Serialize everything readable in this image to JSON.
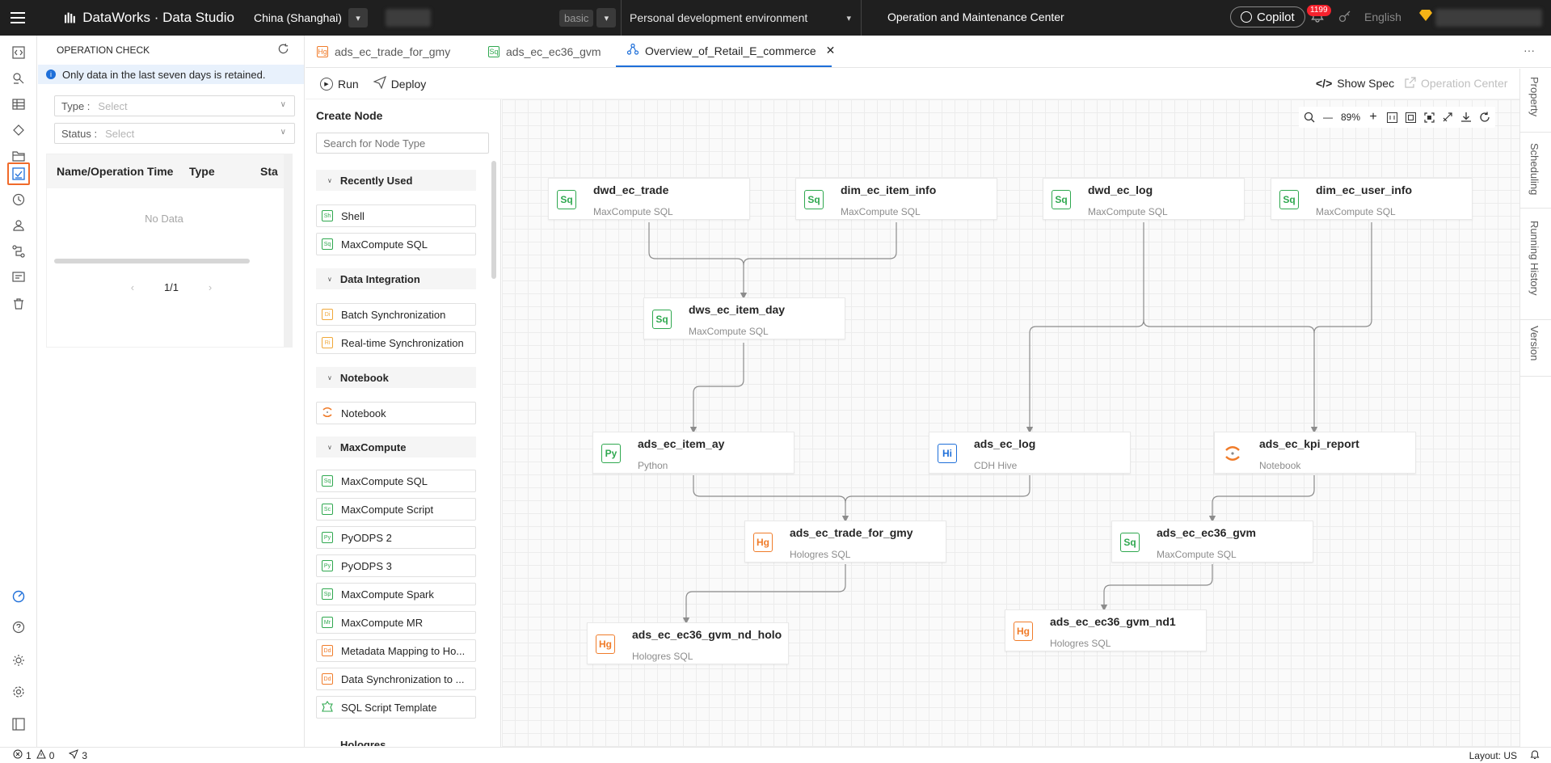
{
  "topbar": {
    "brand": "DataWorks · Data Studio",
    "region": "China (Shanghai)",
    "env_tag": "basic",
    "environment": "Personal development environment",
    "ops_center": "Operation and Maintenance Center",
    "copilot": "Copilot",
    "notification_count": "1199",
    "language": "English"
  },
  "left_panel": {
    "title": "OPERATION CHECK",
    "notice": "Only data in the last seven days is retained.",
    "type_label": "Type :",
    "type_placeholder": "Select",
    "status_label": "Status :",
    "status_placeholder": "Select",
    "columns": [
      "Name/Operation Time",
      "Type",
      "Sta"
    ],
    "empty_text": "No Data",
    "page": "1/1"
  },
  "tabs": [
    {
      "label": "ads_ec_trade_for_gmy",
      "icon": "Hg"
    },
    {
      "label": "ads_ec_ec36_gvm",
      "icon": "Sq"
    },
    {
      "label": "Overview_of_Retail_E_commerce",
      "icon": "flow"
    }
  ],
  "toolbar": {
    "run": "Run",
    "deploy": "Deploy",
    "show_spec": "Show Spec",
    "operation_center": "Operation Center"
  },
  "create_node": {
    "title": "Create Node",
    "search_placeholder": "Search for Node Type",
    "sections": [
      {
        "label": "Recently Used",
        "items": [
          {
            "label": "Shell",
            "icon": "Sh"
          },
          {
            "label": "MaxCompute SQL",
            "icon": "Sq"
          }
        ]
      },
      {
        "label": "Data Integration",
        "items": [
          {
            "label": "Batch Synchronization",
            "icon": "Di"
          },
          {
            "label": "Real-time Synchronization",
            "icon": "Ri"
          }
        ]
      },
      {
        "label": "Notebook",
        "items": [
          {
            "label": "Notebook",
            "icon": "nb"
          }
        ]
      },
      {
        "label": "MaxCompute",
        "items": [
          {
            "label": "MaxCompute SQL",
            "icon": "Sq"
          },
          {
            "label": "MaxCompute Script",
            "icon": "Sc"
          },
          {
            "label": "PyODPS 2",
            "icon": "Py"
          },
          {
            "label": "PyODPS 3",
            "icon": "Py"
          },
          {
            "label": "MaxCompute Spark",
            "icon": "Sp"
          },
          {
            "label": "MaxCompute MR",
            "icon": "Mr"
          },
          {
            "label": "Metadata Mapping to Ho...",
            "icon": "Dd"
          },
          {
            "label": "Data Synchronization to ...",
            "icon": "Dd"
          },
          {
            "label": "SQL Script Template",
            "icon": "tpl"
          }
        ]
      },
      {
        "label": "Hologres",
        "items": []
      }
    ]
  },
  "canvas": {
    "zoom": "89%",
    "nodes": [
      {
        "id": "n1",
        "name": "dwd_ec_trade",
        "type": "MaxCompute SQL",
        "icon": "Sq"
      },
      {
        "id": "n2",
        "name": "dim_ec_item_info",
        "type": "MaxCompute SQL",
        "icon": "Sq"
      },
      {
        "id": "n3",
        "name": "dwd_ec_log",
        "type": "MaxCompute SQL",
        "icon": "Sq"
      },
      {
        "id": "n4",
        "name": "dim_ec_user_info",
        "type": "MaxCompute SQL",
        "icon": "Sq"
      },
      {
        "id": "n5",
        "name": "dws_ec_item_day",
        "type": "MaxCompute SQL",
        "icon": "Sq"
      },
      {
        "id": "n6",
        "name": "ads_ec_item_ay",
        "type": "Python",
        "icon": "Py"
      },
      {
        "id": "n7",
        "name": "ads_ec_log",
        "type": "CDH Hive",
        "icon": "Hi"
      },
      {
        "id": "n8",
        "name": "ads_ec_kpi_report",
        "type": "Notebook",
        "icon": "nb"
      },
      {
        "id": "n9",
        "name": "ads_ec_trade_for_gmy",
        "type": "Hologres SQL",
        "icon": "Hg"
      },
      {
        "id": "n10",
        "name": "ads_ec_ec36_gvm",
        "type": "MaxCompute SQL",
        "icon": "Sq"
      },
      {
        "id": "n11",
        "name": "ads_ec_ec36_gvm_nd_holo",
        "type": "Hologres SQL",
        "icon": "Hg"
      },
      {
        "id": "n12",
        "name": "ads_ec_ec36_gvm_nd1",
        "type": "Hologres SQL",
        "icon": "Hg"
      }
    ]
  },
  "right_tabs": [
    "Property",
    "Scheduling",
    "Running History",
    "Version"
  ],
  "statusbar": {
    "errors": "1",
    "warnings": "0",
    "deploys": "3",
    "layout": "Layout: US"
  },
  "colors": {
    "sql_green": "#2fa84f",
    "holo_orange": "#f07c2a",
    "python_green": "#2fa84f",
    "hive_blue": "#1e6fd9",
    "accent_blue": "#1e6fd9",
    "nav_highlight": "#f06a2a"
  }
}
